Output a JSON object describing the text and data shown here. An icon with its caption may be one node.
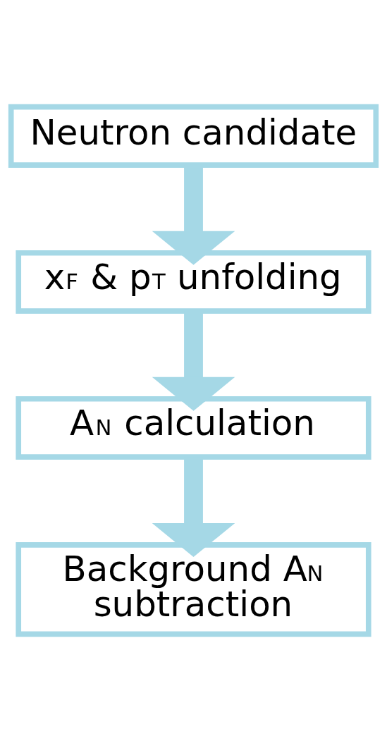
{
  "diagram": {
    "nodes": [
      {
        "text": [
          "Neutron candidate"
        ]
      },
      {
        "text": [
          "x$_{F}$ & p$_{T}$ unfolding"
        ]
      },
      {
        "text": [
          "A$_{N}$ calculation"
        ]
      },
      {
        "text": [
          "Background A$_{N}$ subtraction"
        ]
      }
    ],
    "edges": [
      {
        "from": 0,
        "to": 1,
        "arrow": "to"
      },
      {
        "from": 1,
        "to": 2,
        "arrow": "to"
      },
      {
        "from": 2,
        "to": 3,
        "arrow": "to"
      }
    ]
  }
}
